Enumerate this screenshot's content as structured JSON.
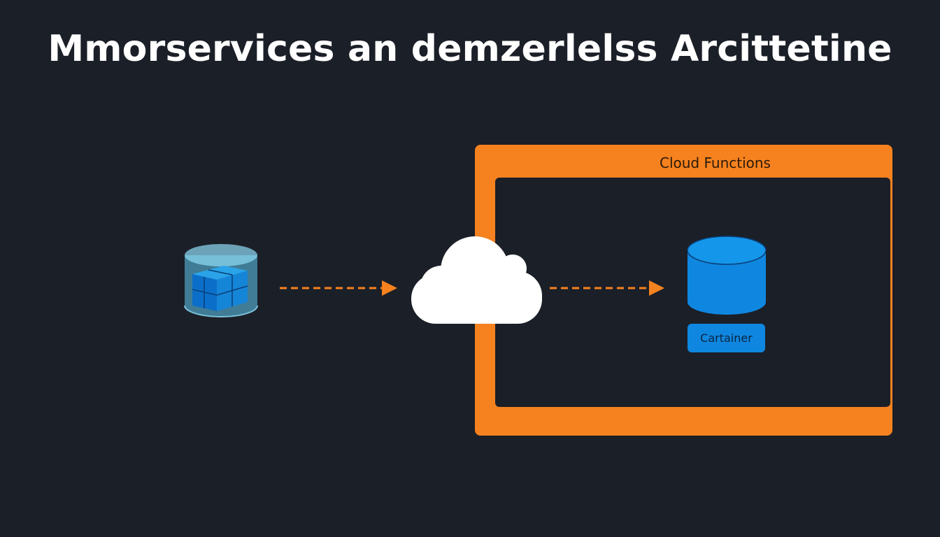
{
  "title": "Mmorservices an demzerlelss Arcittetine",
  "cloud_functions": {
    "label": "Cloud Functions"
  },
  "container": {
    "label": "Cartainer"
  },
  "icons": {
    "source": "database-cube-icon",
    "gateway": "cloud-icon",
    "target": "database-cylinder-icon"
  },
  "colors": {
    "background": "#1b1f27",
    "accent_orange": "#f6821f",
    "accent_blue": "#0f87e0",
    "light_blue": "#5ec8f0",
    "text": "#ffffff"
  }
}
